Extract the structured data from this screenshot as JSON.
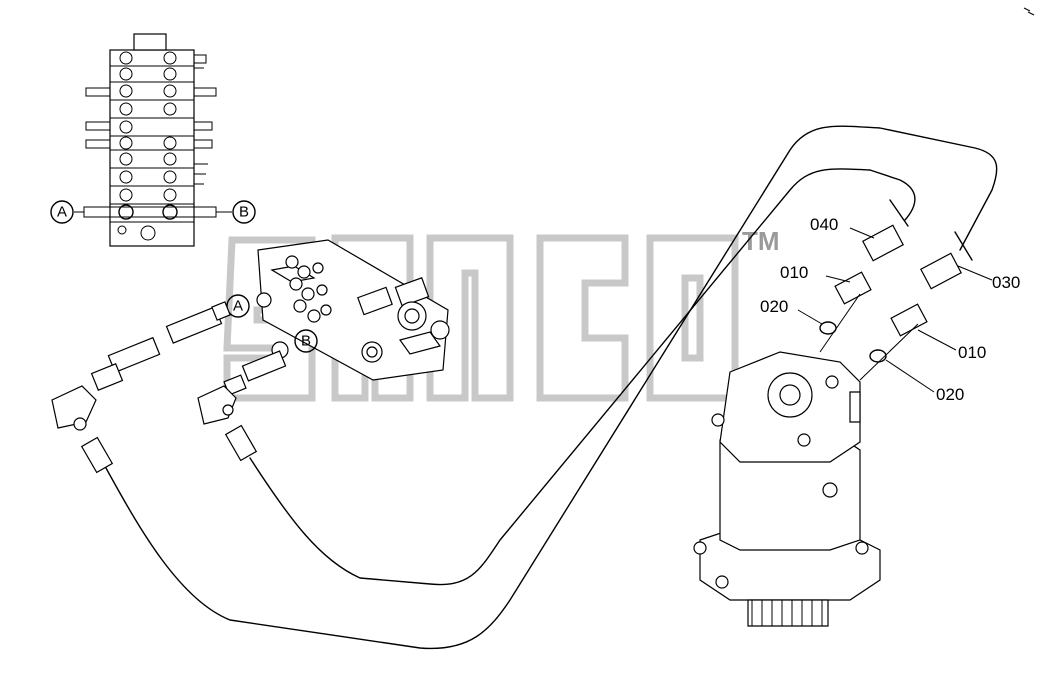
{
  "watermark": {
    "trademark": "TM"
  },
  "valve_inset": {
    "port_a": "A",
    "port_b": "B"
  },
  "valve_assembly": {
    "port_a": "A",
    "port_b": "B"
  },
  "callouts": [
    {
      "id": "c040",
      "label": "040"
    },
    {
      "id": "c010a",
      "label": "010"
    },
    {
      "id": "c020a",
      "label": "020"
    },
    {
      "id": "c030",
      "label": "030"
    },
    {
      "id": "c010b",
      "label": "010"
    },
    {
      "id": "c020b",
      "label": "020"
    }
  ]
}
